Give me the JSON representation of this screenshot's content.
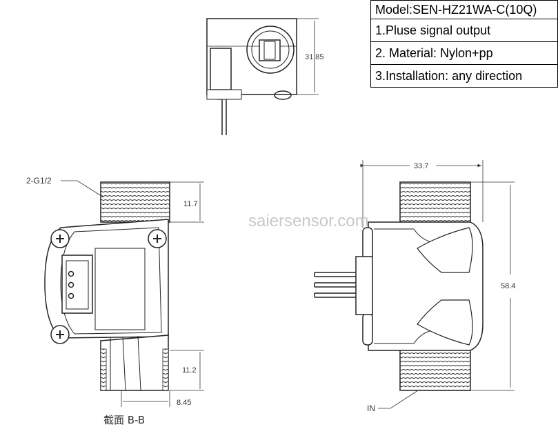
{
  "spec": {
    "model": "Model:SEN-HZ21WA-C(10Q)",
    "items": [
      "1.Pluse signal output",
      "2. Material: Nylon+pp",
      "3.Installation: any direction"
    ]
  },
  "dimensions": {
    "top_height": "31.85",
    "width": "33.7",
    "height": "58.4",
    "thread_top": "11.7",
    "thread_bottom": "11.2",
    "offset": "8.45"
  },
  "labels": {
    "thread_spec": "2-G1/2",
    "inlet": "IN",
    "section": "截面  B-B"
  },
  "watermark": "saiersensor.com"
}
